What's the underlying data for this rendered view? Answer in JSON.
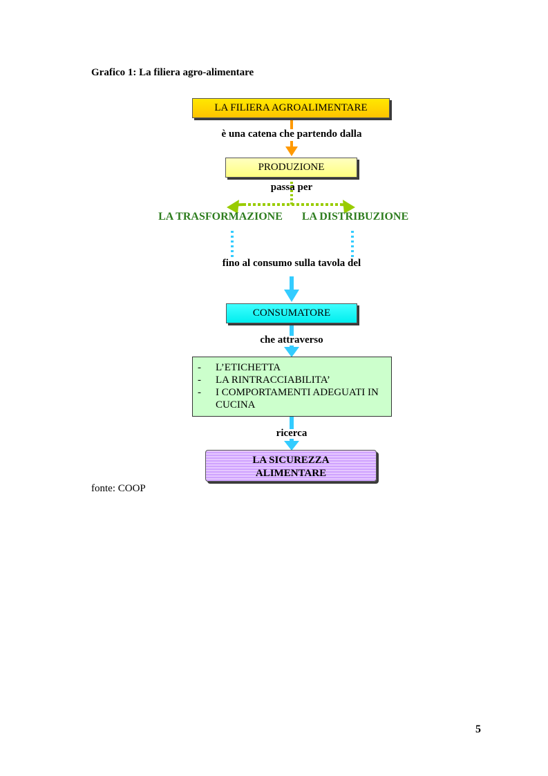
{
  "title": "Grafico 1: La filiera agro-alimentare",
  "nodes": {
    "filiera": "LA FILIERA AGROALIMENTARE",
    "produzione": "PRODUZIONE",
    "trasformazione": "LA TRASFORMAZIONE",
    "distribuzione": "LA DISTRIBUZIONE",
    "consumatore": "CONSUMATORE",
    "tools": [
      "L’ETICHETTA",
      "LA RINTRACCIABILITA’",
      "I COMPORTAMENTI ADEGUATI IN CUCINA"
    ],
    "sicurezza": [
      "LA SICUREZZA",
      "ALIMENTARE"
    ]
  },
  "edges": {
    "e1": "è una catena che partendo dalla",
    "e2": "passa per",
    "e3": "fino al consumo sulla tavola del",
    "e4": "che attraverso",
    "e5": "ricerca"
  },
  "source": "fonte: COOP",
  "page_number": "5",
  "colors": {
    "orange": "#FF9900",
    "gold": "#FFCC00",
    "yellow": "#FFFF99",
    "green_line": "#99CC00",
    "green_text": "#2E7D1F",
    "cyan": "#33CCFF",
    "cyan_box": "#00FFFF",
    "pale_green": "#CCFFCC",
    "lavender": "#CC99FF"
  }
}
